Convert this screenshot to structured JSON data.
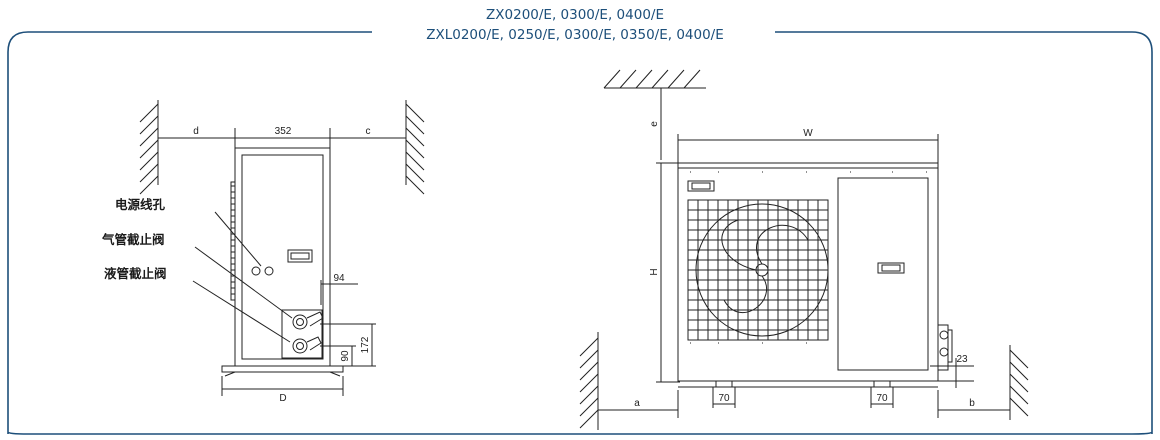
{
  "header": {
    "title_line1": "ZX0200/E, 0300/E, 0400/E",
    "title_line2": "ZXL0200/E, 0250/E, 0300/E, 0350/E, 0400/E"
  },
  "side_view": {
    "labels": {
      "power_hole": "电源线孔",
      "gas_valve": "气管截止阀",
      "liquid_valve": "液管截止阀"
    },
    "dims": {
      "d": "d",
      "width": "352",
      "c": "c",
      "valve_offset": "94",
      "valve_height_upper": "172",
      "valve_height_lower": "90",
      "depth": "D"
    }
  },
  "front_view": {
    "dims": {
      "e": "e",
      "width": "W",
      "height": "H",
      "a": "a",
      "foot_left": "70",
      "foot_right": "70",
      "b": "b",
      "pipe_height": "23"
    }
  },
  "colors": {
    "frame": "#1d4f7a",
    "title": "#1d4f7a",
    "line": "#222222"
  }
}
